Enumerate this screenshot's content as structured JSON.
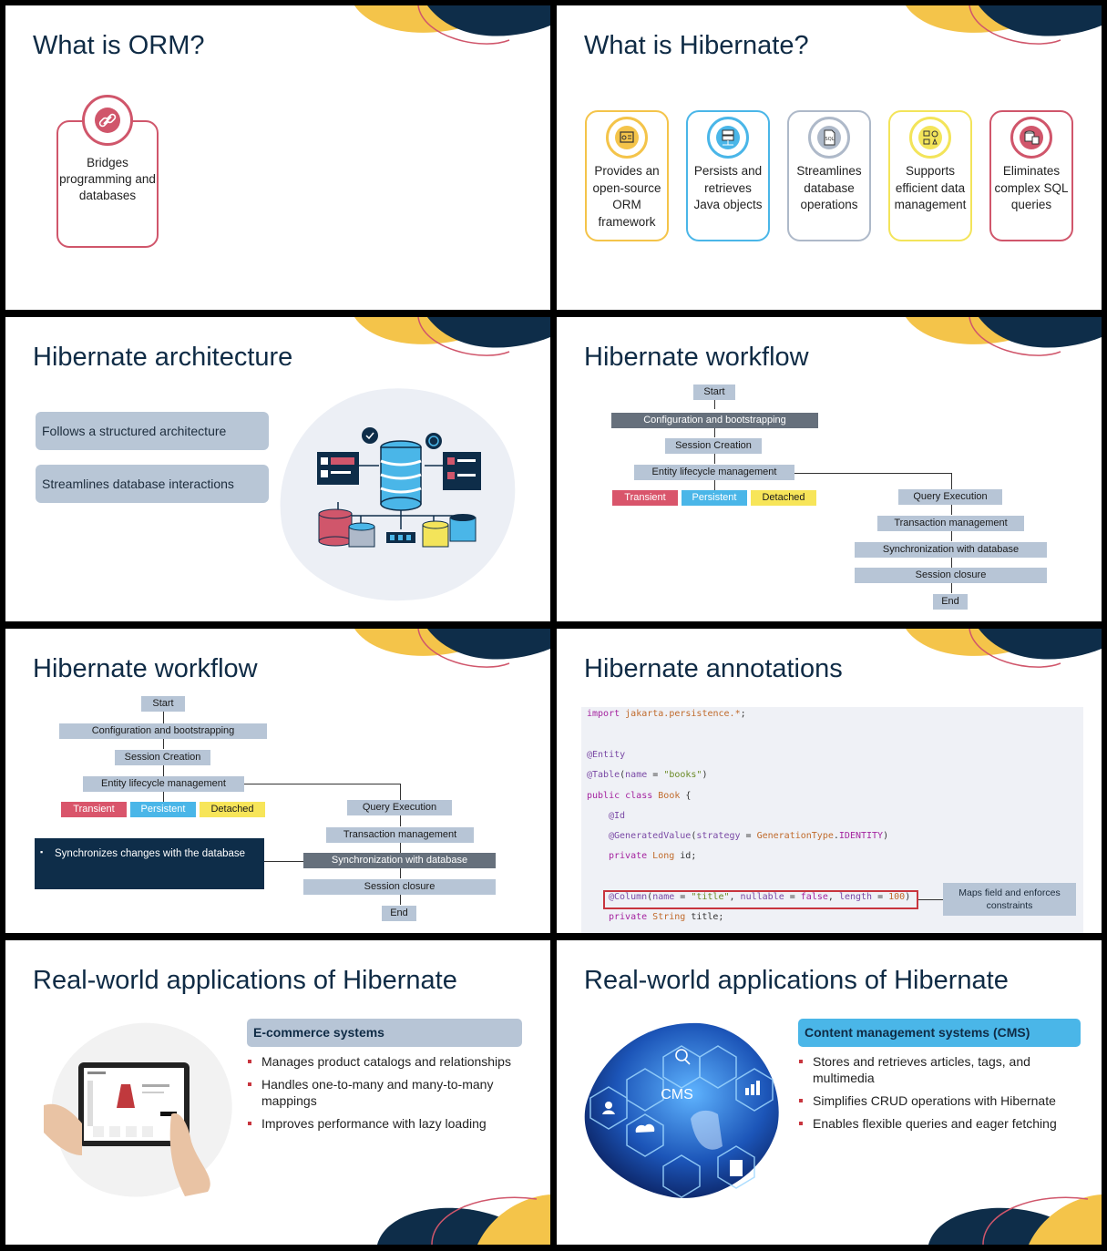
{
  "slides": {
    "s1": {
      "title": "What is ORM?",
      "card_text": "Bridges programming and databases",
      "card_color": "#d0566b"
    },
    "s2": {
      "title": "What is Hibernate?",
      "cards": [
        {
          "text": "Provides an open-source ORM framework",
          "color": "#f4c44a"
        },
        {
          "text": "Persists and retrieves Java objects",
          "color": "#4ab6e8"
        },
        {
          "text": "Streamlines database operations",
          "color": "#aeb9c9"
        },
        {
          "text": "Supports efficient data management",
          "color": "#f3e45a"
        },
        {
          "text": "Eliminates complex SQL queries",
          "color": "#d0566b"
        }
      ]
    },
    "s3": {
      "title": "Hibernate architecture",
      "bars": [
        "Follows a structured architecture",
        "Streamlines database interactions"
      ]
    },
    "s4": {
      "title": "Hibernate workflow",
      "nodes": {
        "start": "Start",
        "config": "Configuration and bootstrapping",
        "session": "Session Creation",
        "lifecycle": "Entity lifecycle management",
        "transient": "Transient",
        "persistent": "Persistent",
        "detached": "Detached",
        "query": "Query Execution",
        "transaction": "Transaction management",
        "sync": "Synchronization with database",
        "closure": "Session closure",
        "end": "End"
      }
    },
    "s5": {
      "title": "Hibernate workflow",
      "note": "Synchronizes changes with the database"
    },
    "s6": {
      "title": "Hibernate annotations",
      "code": {
        "l1a": "import ",
        "l1b": "jakarta.persistence.*",
        "l1c": ";",
        "l2": "@Entity",
        "l3a": "@Table",
        "l3b": "(",
        "l3c": "name",
        "l3d": " = ",
        "l3e": "\"books\"",
        "l3f": ")",
        "l4a": "public class ",
        "l4b": "Book",
        "l4c": " {",
        "l5": "@Id",
        "l6a": "@GeneratedValue",
        "l6b": "(",
        "l6c": "strategy",
        "l6d": " = ",
        "l6e": "GenerationType",
        "l6f": ".",
        "l6g": "IDENTITY",
        "l6h": ")",
        "l7a": "private ",
        "l7b": "Long",
        "l7c": " id;",
        "l8a": "@Column",
        "l8b": "(",
        "l8c": "name",
        "l8d": " = ",
        "l8e": "\"title\"",
        "l8f": ", ",
        "l8g": "nullable",
        "l8h": " = ",
        "l8i": "false",
        "l8j": ", ",
        "l8k": "length",
        "l8l": " = ",
        "l8m": "100",
        "l8n": ")",
        "l9a": "private ",
        "l9b": "String",
        "l9c": " title;"
      },
      "callout": "Maps field and enforces constraints"
    },
    "s7": {
      "title": "Real-world applications of Hibernate",
      "heading": "E-commerce systems",
      "bullets": [
        "Manages product catalogs and relationships",
        "Handles one-to-many and many-to-many mappings",
        "Improves performance with lazy loading"
      ]
    },
    "s8": {
      "title": "Real-world applications of Hibernate",
      "heading": "Content management systems (CMS)",
      "hex_label": "CMS",
      "bullets": [
        "Stores and retrieves articles, tags, and multimedia",
        "Simplifies CRUD operations with Hibernate",
        "Enables flexible queries and eager fetching"
      ]
    }
  },
  "colors": {
    "navy": "#0e2d49",
    "yellow": "#f4c44a",
    "pink": "#d0566b",
    "blue": "#4ab6e8",
    "gray_blue": "#b7c5d6"
  }
}
